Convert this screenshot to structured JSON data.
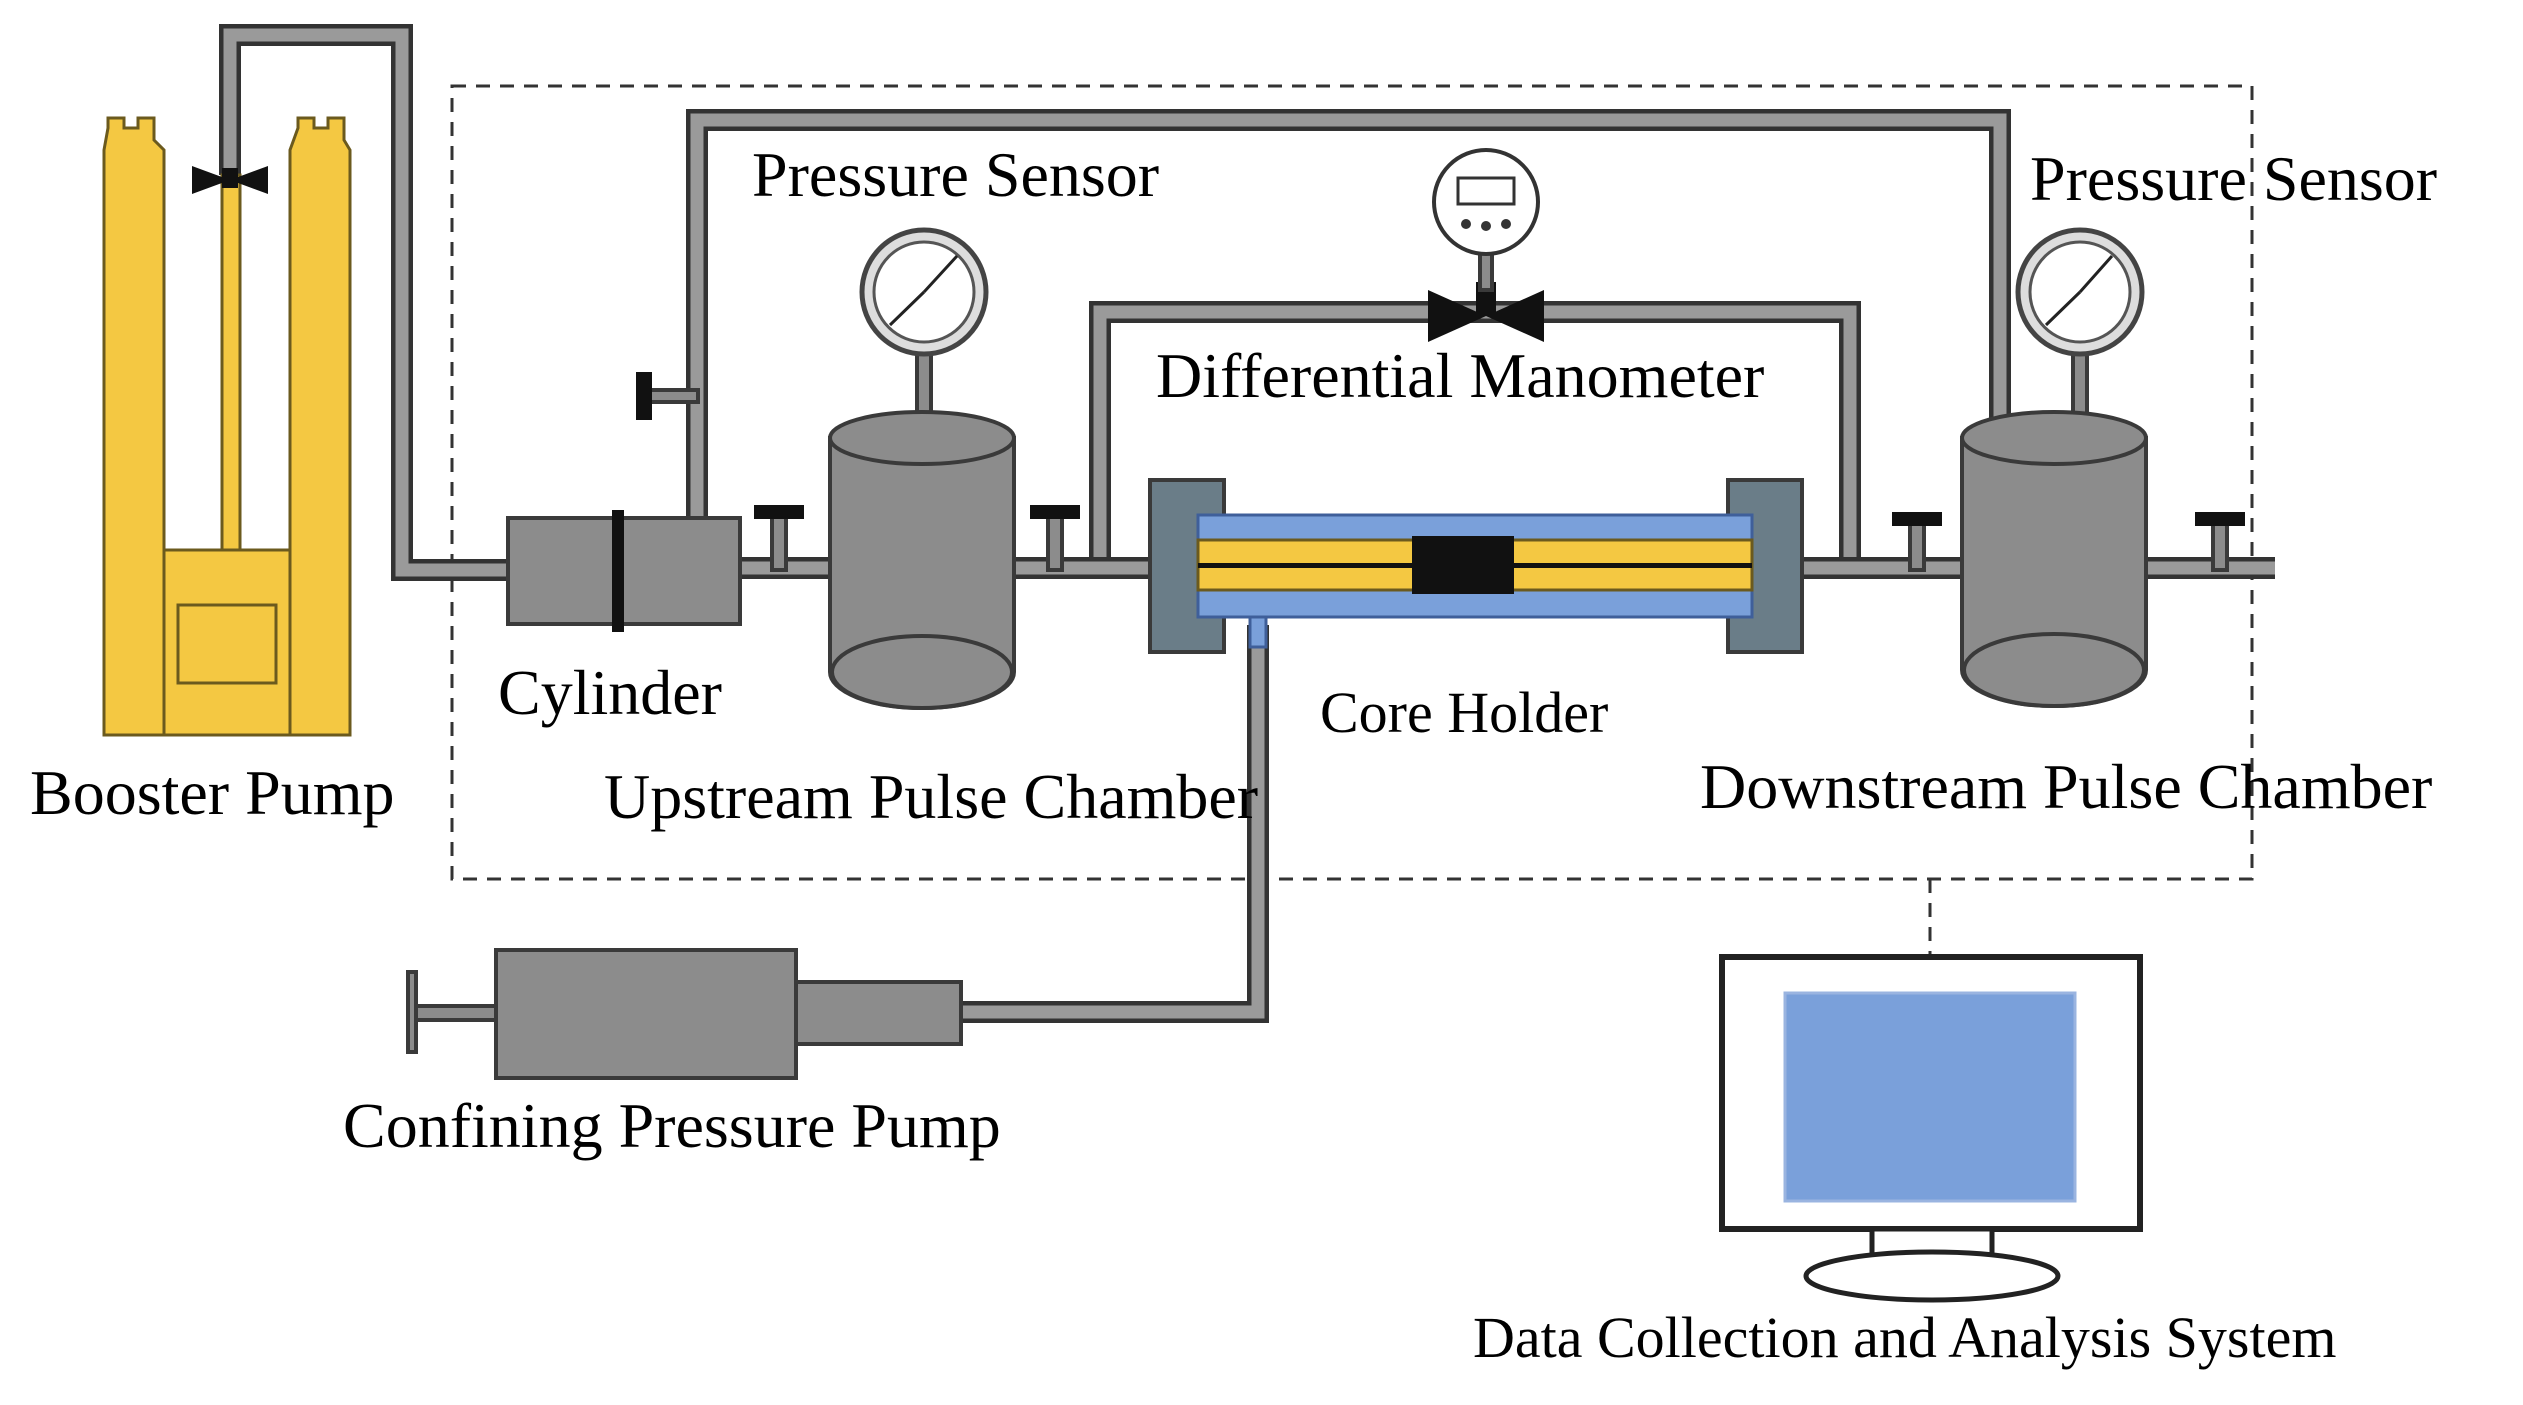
{
  "labels": {
    "booster_pump": "Booster Pump",
    "cylinder": "Cylinder",
    "pressure_sensor_upstream": "Pressure Sensor",
    "pressure_sensor_downstream": "Pressure Sensor",
    "differential_manometer": "Differential Manometer",
    "core_holder": "Core Holder",
    "upstream_pulse_chamber": "Upstream Pulse Chamber",
    "downstream_pulse_chamber": "Downstream Pulse Chamber",
    "confining_pressure_pump": "Confining Pressure Pump",
    "data_system": "Data Collection and Analysis System"
  },
  "colors": {
    "gas_cylinder": "#f4c842",
    "vessel": "#8c8c8c",
    "core_sleeve": "#7aa0da",
    "core_end_cap": "#6a7d88",
    "core_sample": "#111111",
    "monitor_screen": "#7aa0da"
  }
}
